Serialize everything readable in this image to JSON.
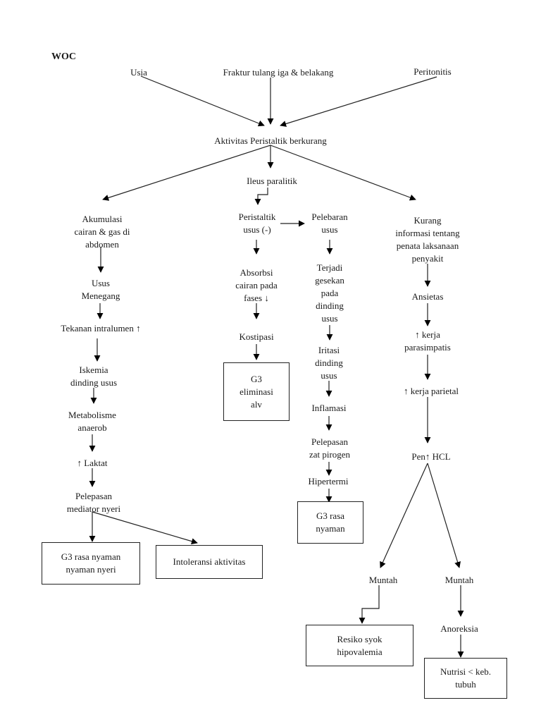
{
  "title": "WOC",
  "nodes": {
    "usia": "Usia",
    "fraktur": "Fraktur tulang iga & belakang",
    "peritonitis": "Peritonitis",
    "aktivitas": "Aktivitas Peristaltik berkurang",
    "ileus": "Ileus paralitik",
    "akumulasi": [
      "Akumulasi",
      "cairan & gas di",
      "abdomen"
    ],
    "usus_menegang": [
      "Usus",
      "Menegang"
    ],
    "tekanan": "Tekanan intralumen ↑",
    "iskemia": [
      "Iskemia",
      "dinding usus"
    ],
    "metabolisme": [
      "Metabolisme",
      "anaerob"
    ],
    "laktat": "↑ Laktat",
    "pelepasan_mediator": [
      "Pelepasan",
      "mediator nyeri"
    ],
    "peristaltik_usus": [
      "Peristaltik",
      "usus (-)"
    ],
    "absorbsi": [
      "Absorbsi",
      "cairan pada",
      "fases ↓"
    ],
    "kostipasi": "Kostipasi",
    "pelebaran": [
      "Pelebaran",
      "usus"
    ],
    "terjadi_gesekan": [
      "Terjadi",
      "gesekan",
      "pada",
      "dinding",
      "usus"
    ],
    "iritasi": [
      "Iritasi",
      "dinding",
      "usus"
    ],
    "inflamasi": "Inflamasi",
    "pelepasan_pirogen": [
      "Pelepasan",
      "zat pirogen"
    ],
    "hipertermi": "Hipertermi",
    "kurang_informasi": [
      "Kurang",
      "informasi tentang",
      "penata laksanaan",
      "penyakit"
    ],
    "ansietas": "Ansietas",
    "kerja_parasimpatis": [
      "↑ kerja",
      "parasimpatis"
    ],
    "kerja_parietal": "↑ kerja parietal",
    "pen_hcl": "Pen↑ HCL",
    "muntah_left": "Muntah",
    "muntah_right": "Muntah",
    "anoreksia": "Anoreksia"
  },
  "boxes": {
    "g3_eliminasi": [
      "G3",
      "eliminasi",
      "alv"
    ],
    "g3_nyeri": [
      "G3 rasa nyaman",
      "nyaman nyeri"
    ],
    "intoleransi": [
      "Intoleransi aktivitas"
    ],
    "g3_rasa_nyaman": [
      "G3 rasa",
      "nyaman"
    ],
    "resiko_syok": [
      "Resiko syok",
      "hipovalemia"
    ],
    "nutrisi": [
      "Nutrisi < keb.",
      "tubuh"
    ]
  }
}
